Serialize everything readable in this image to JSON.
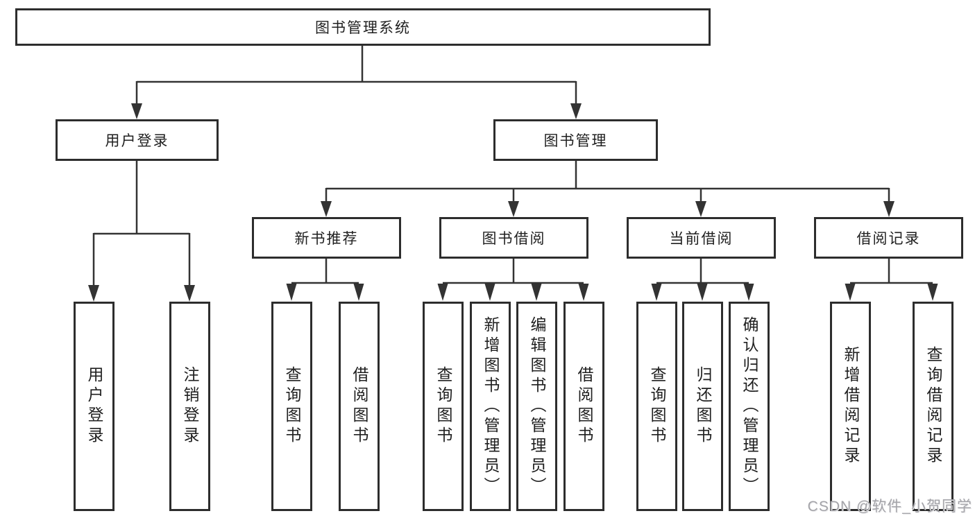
{
  "tree": {
    "root": {
      "label": "图书管理系统"
    },
    "branches": [
      {
        "label": "用户登录",
        "children": [
          {
            "label": "用户登录"
          },
          {
            "label": "注销登录"
          }
        ]
      },
      {
        "label": "图书管理",
        "children": [
          {
            "label": "新书推荐",
            "children": [
              {
                "label": "查询图书"
              },
              {
                "label": "借阅图书"
              }
            ]
          },
          {
            "label": "图书借阅",
            "children": [
              {
                "label": "查询图书"
              },
              {
                "label": "新增图书（管理员）"
              },
              {
                "label": "编辑图书（管理员）"
              },
              {
                "label": "借阅图书"
              }
            ]
          },
          {
            "label": "当前借阅",
            "children": [
              {
                "label": "查询图书"
              },
              {
                "label": "归还图书"
              },
              {
                "label": "确认归还（管理员）"
              }
            ]
          },
          {
            "label": "借阅记录",
            "children": [
              {
                "label": "新增借阅记录"
              },
              {
                "label": "查询借阅记录"
              }
            ]
          }
        ]
      }
    ]
  },
  "watermark": "CSDN @软件_小贺同学",
  "colors": {
    "background": "#ffffff",
    "box_border": "#2d2d2d",
    "connector_line": "#333333",
    "text": "#1f1f1f",
    "watermark_text": "#a4a4a9"
  }
}
